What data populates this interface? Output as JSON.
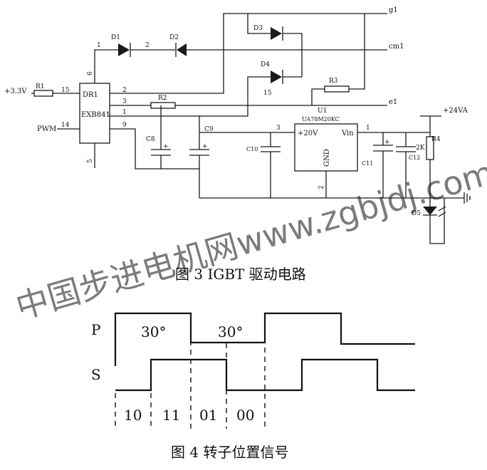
{
  "fig3": {
    "caption": "图 3 IGBT 驱动电路",
    "watermark": "中国步进电机网www.zgbjdj.com",
    "labels": {
      "in_33v": "+3.3V",
      "r1": "R1",
      "pin15": "15",
      "pwm": "PWM",
      "pin14": "14",
      "dr1": "DR1",
      "exb": "EXB841",
      "pin6": "6",
      "pin5": "5",
      "pin2": "2",
      "pin3": "3",
      "pin1": "1",
      "pin9": "9",
      "d1": "D1",
      "d1n": "1",
      "d2": "D2",
      "d2n": "2",
      "d3": "D3",
      "d4": "D4",
      "d4n": "15",
      "r2": "R2",
      "r3": "R3",
      "u1": "U1",
      "ua": "UA78M20KC",
      "u_in": "3",
      "u_20v": "+20V",
      "u_vin": "Vin",
      "u_out": "1",
      "u_gnd": "GND",
      "u_gndpin": "2",
      "c8": "C8",
      "c9": "C9",
      "c10": "C10",
      "c11": "C11",
      "c12": "C12",
      "k2": "2K",
      "r4": "R4",
      "d5": "D5",
      "v24": "+24VA",
      "g1": "g1",
      "cm1": "cm1",
      "e1": "e1",
      "plus": "+"
    }
  },
  "fig4": {
    "caption": "图 4  转子位置信号",
    "row_p": "P",
    "row_s": "S",
    "angle1": "30°",
    "angle2": "30°",
    "codes": [
      "10",
      "11",
      "01",
      "00"
    ]
  }
}
